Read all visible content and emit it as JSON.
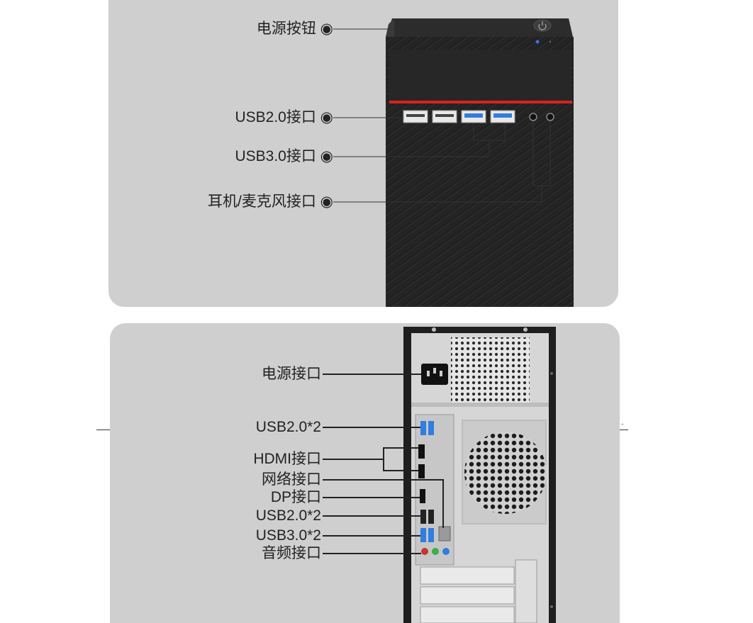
{
  "front_panel": {
    "callouts": [
      {
        "id": "power",
        "text": "电源按钮 ◉"
      },
      {
        "id": "usb2",
        "text": "USB2.0接口 ◉"
      },
      {
        "id": "usb3",
        "text": "USB3.0接口 ◉"
      },
      {
        "id": "audio",
        "text": "耳机/麦克风接口 ◉"
      }
    ]
  },
  "rear_panel": {
    "callouts": [
      {
        "id": "power_in",
        "text": "电源接口"
      },
      {
        "id": "usb2a",
        "text": "USB2.0*2"
      },
      {
        "id": "hdmi",
        "text": "HDMI接口"
      },
      {
        "id": "lan",
        "text": "网络接口"
      },
      {
        "id": "dp",
        "text": "DP接口"
      },
      {
        "id": "usb2b",
        "text": "USB2.0*2"
      },
      {
        "id": "usb3",
        "text": "USB3.0*2"
      },
      {
        "id": "audio",
        "text": "音频接口"
      }
    ]
  },
  "separator_mark": "°",
  "colors": {
    "panel_bg": "#cfcfcf",
    "case_dark": "#1f1f1f",
    "accent_red": "#d8231c",
    "usb3_blue": "#2f7ee0",
    "metal_silver": "#d6d6d6"
  }
}
